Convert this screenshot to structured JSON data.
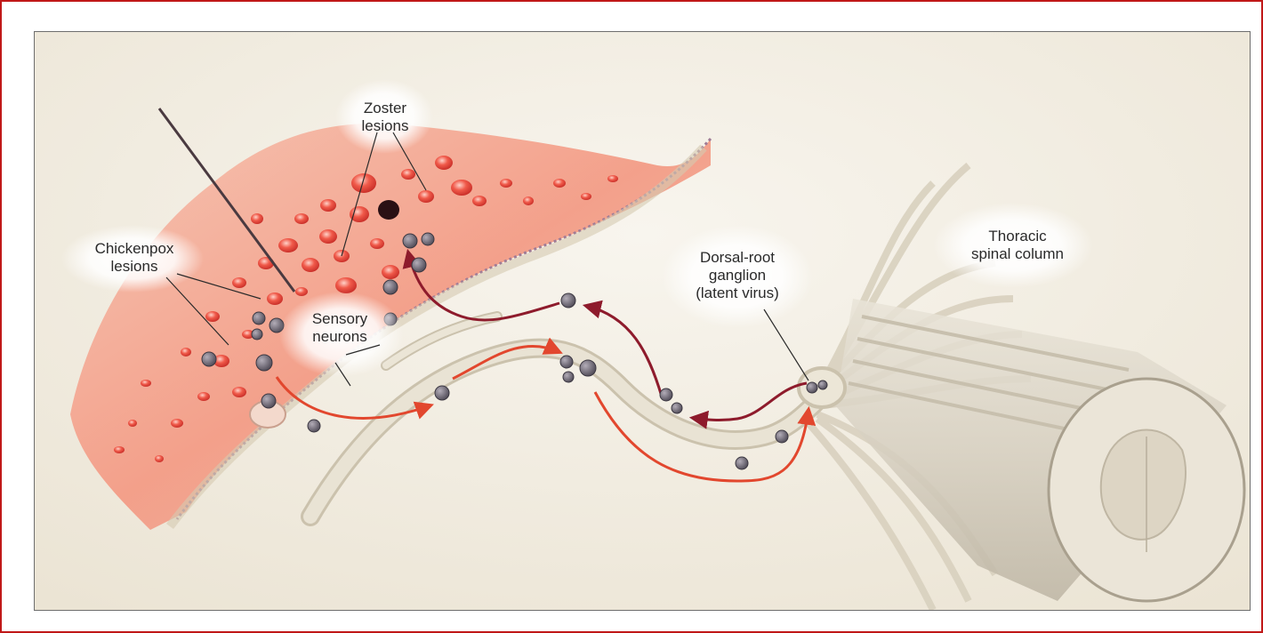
{
  "labels": {
    "zoster": [
      "Zoster",
      "lesions"
    ],
    "chickenpox": [
      "Chickenpox",
      "lesions"
    ],
    "sensory": [
      "Sensory",
      "neurons"
    ],
    "ganglion": [
      "Dorsal-root",
      "ganglion",
      "(latent virus)"
    ],
    "spine": [
      "Thoracic",
      "spinal column"
    ]
  },
  "colors": {
    "frame": "#c01818",
    "panel_border": "#6e6e6e",
    "background": "#f3efe6",
    "skin": "#f2a58e",
    "lesion": "#e0433a",
    "nerve": "#e3dccb",
    "arrow_primary": "#e2472e",
    "arrow_reactivation": "#8e1b2c",
    "virus": "#6b6770"
  }
}
